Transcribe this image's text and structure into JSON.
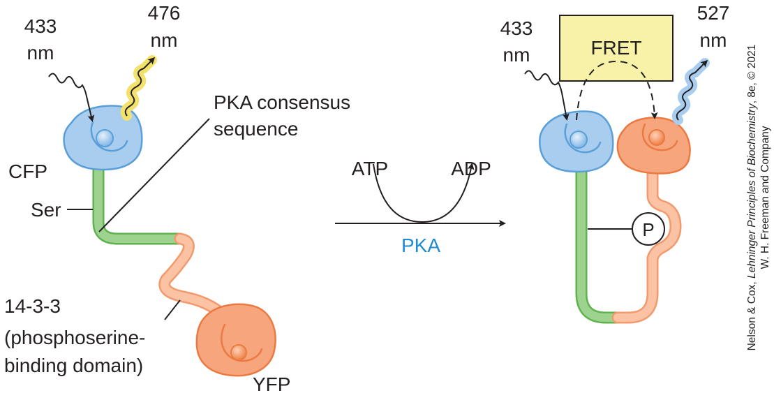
{
  "colors": {
    "cfp_fill": "#a9cdee",
    "cfp_stroke": "#5a9fd8",
    "yfp_fill": "#f7a57c",
    "yfp_stroke": "#ea7a42",
    "linker_green": "#9ed28f",
    "linker_green_edge": "#5fb24d",
    "linker_salmon": "#fbc2a3",
    "linker_salmon_edge": "#f29a6d",
    "glow_yellow": "#f2e16a",
    "glow_blue": "#a9cdee",
    "fret_box": "#f7f2a8",
    "pka_blue": "#1f8ccf",
    "text": "#231f20"
  },
  "left": {
    "excitation_wavelength": "433",
    "excitation_unit": "nm",
    "emission_wavelength": "476",
    "emission_unit": "nm",
    "cfp_label": "CFP",
    "ser_label": "Ser",
    "consensus_label_line1": "PKA consensus",
    "consensus_label_line2": "sequence",
    "domain_label_line1": "14-3-3",
    "domain_label_line2": "(phosphoserine-",
    "domain_label_line3": "binding domain)",
    "yfp_label": "YFP"
  },
  "reaction": {
    "reactant": "ATP",
    "product": "ADP",
    "enzyme": "PKA"
  },
  "right": {
    "excitation_wavelength": "433",
    "excitation_unit": "nm",
    "emission_wavelength": "527",
    "emission_unit": "nm",
    "fret_label": "FRET",
    "phosphate_label": "P"
  },
  "credit": {
    "text_prefix": "Nelson & Cox, ",
    "book_title": "Lehninger Principles of Biochemistry",
    "text_suffix": ", 8e, © 2021",
    "publisher": "W. H. Freeman and Company"
  }
}
